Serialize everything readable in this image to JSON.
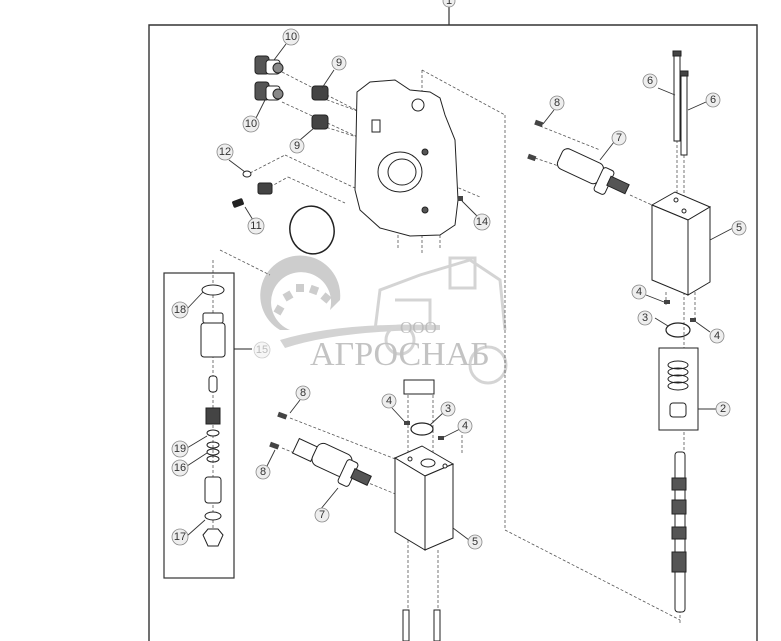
{
  "diagram": {
    "title_callout": "1",
    "frame_color": "#333333",
    "callout_fill": "#eeeeee",
    "callout_stroke": "#888888",
    "line_color": "#222222",
    "dash_color": "#555555",
    "callouts": [
      {
        "id": "c10a",
        "label": "10"
      },
      {
        "id": "c10b",
        "label": "10"
      },
      {
        "id": "c9a",
        "label": "9"
      },
      {
        "id": "c9b",
        "label": "9"
      },
      {
        "id": "c12",
        "label": "12"
      },
      {
        "id": "c11",
        "label": "11"
      },
      {
        "id": "c14",
        "label": "14"
      },
      {
        "id": "c8a",
        "label": "8"
      },
      {
        "id": "c7a",
        "label": "7"
      },
      {
        "id": "c6a",
        "label": "6"
      },
      {
        "id": "c6b",
        "label": "6"
      },
      {
        "id": "c5a",
        "label": "5"
      },
      {
        "id": "c4a",
        "label": "4"
      },
      {
        "id": "c3a",
        "label": "3"
      },
      {
        "id": "c4b",
        "label": "4"
      },
      {
        "id": "c2",
        "label": "2"
      },
      {
        "id": "c18",
        "label": "18"
      },
      {
        "id": "c15",
        "label": "15"
      },
      {
        "id": "c19",
        "label": "19"
      },
      {
        "id": "c16",
        "label": "16"
      },
      {
        "id": "c17",
        "label": "17"
      },
      {
        "id": "c8b",
        "label": "8"
      },
      {
        "id": "c8c",
        "label": "8"
      },
      {
        "id": "c7b",
        "label": "7"
      },
      {
        "id": "c4c",
        "label": "4"
      },
      {
        "id": "c3b",
        "label": "3"
      },
      {
        "id": "c4d",
        "label": "4"
      },
      {
        "id": "c5b",
        "label": "5"
      }
    ]
  },
  "watermark": {
    "prefix": "ООО",
    "brand": "АГРОСНАБ",
    "color": "#bdbdbd"
  }
}
